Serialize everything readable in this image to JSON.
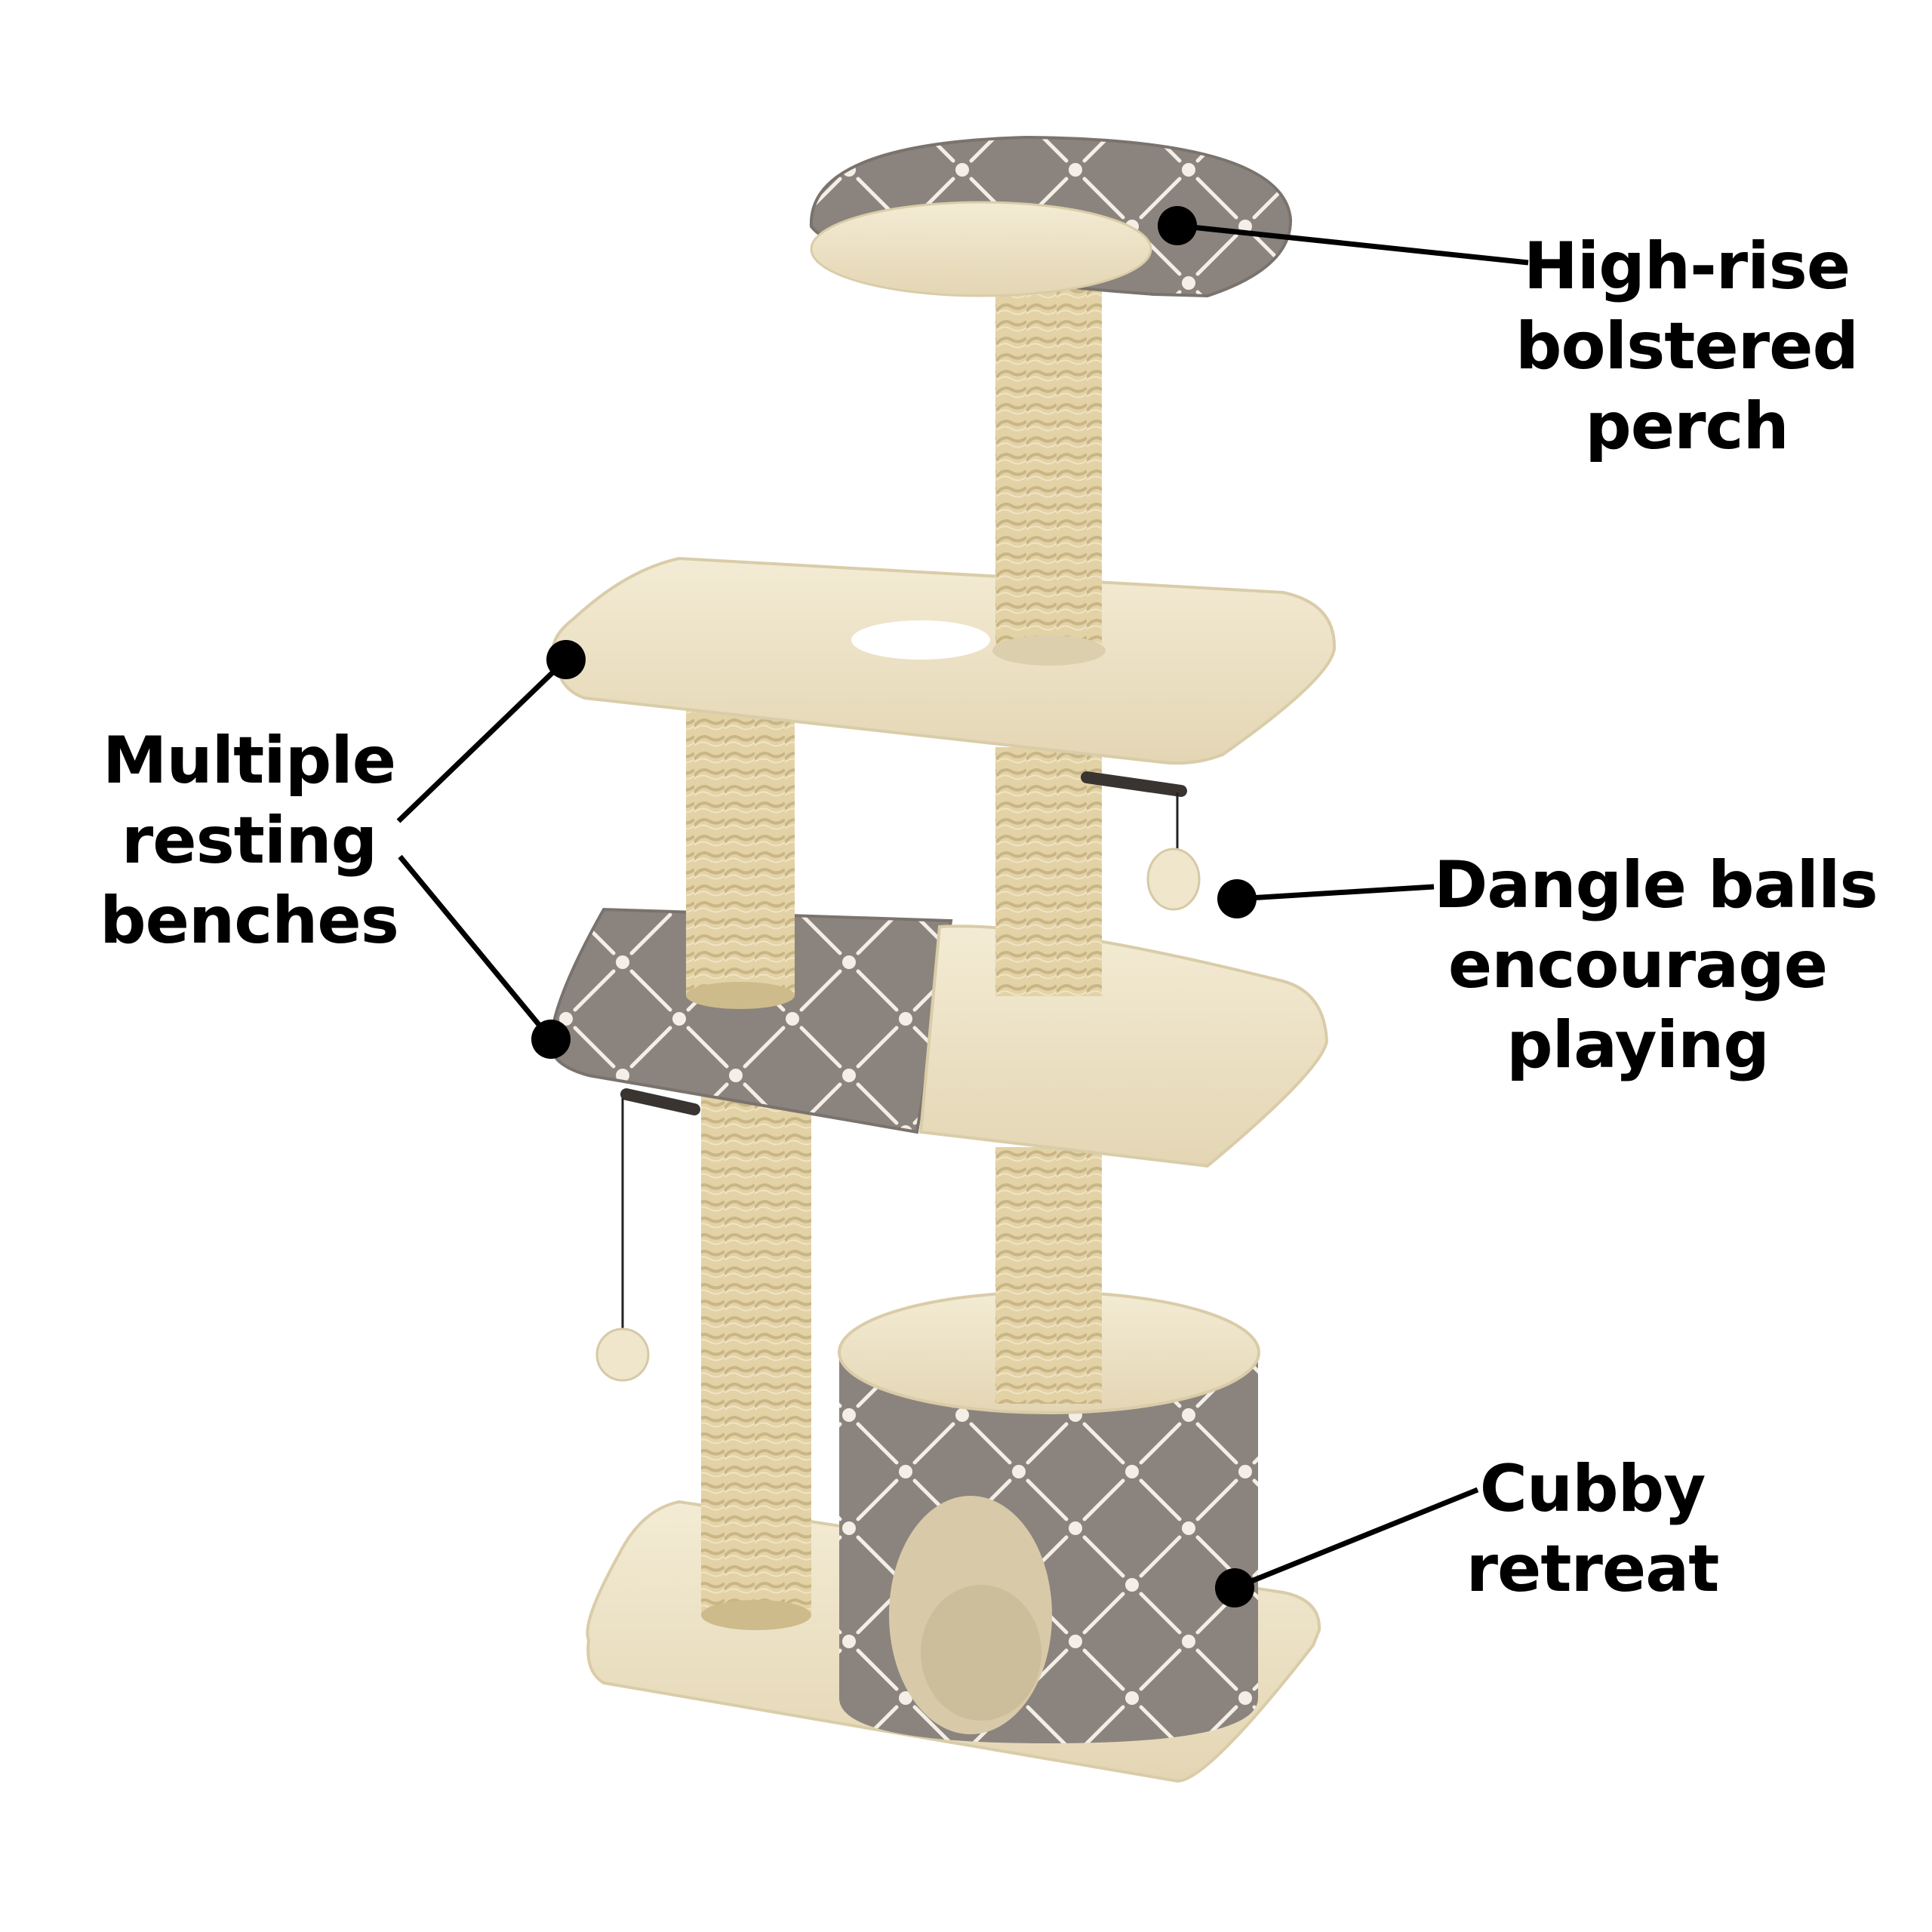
{
  "product": {
    "type": "cat tree",
    "colors": {
      "plush": "#EFE6CC",
      "plush_shadow": "#DCCFAE",
      "sisal": "#E2D2A6",
      "sisal_line": "#C9B585",
      "fabric": "#8B847E",
      "fabric_pattern": "#F4EFE6",
      "callout": "#000000"
    }
  },
  "callouts": [
    {
      "id": "perch",
      "lines": [
        "High-rise",
        "bolstered",
        "perch"
      ]
    },
    {
      "id": "benches",
      "lines": [
        "Multiple",
        "resting",
        "benches"
      ]
    },
    {
      "id": "dangle",
      "lines": [
        "Dangle balls",
        "encourage",
        "playing"
      ]
    },
    {
      "id": "cubby",
      "lines": [
        "Cubby",
        "retreat"
      ]
    }
  ]
}
